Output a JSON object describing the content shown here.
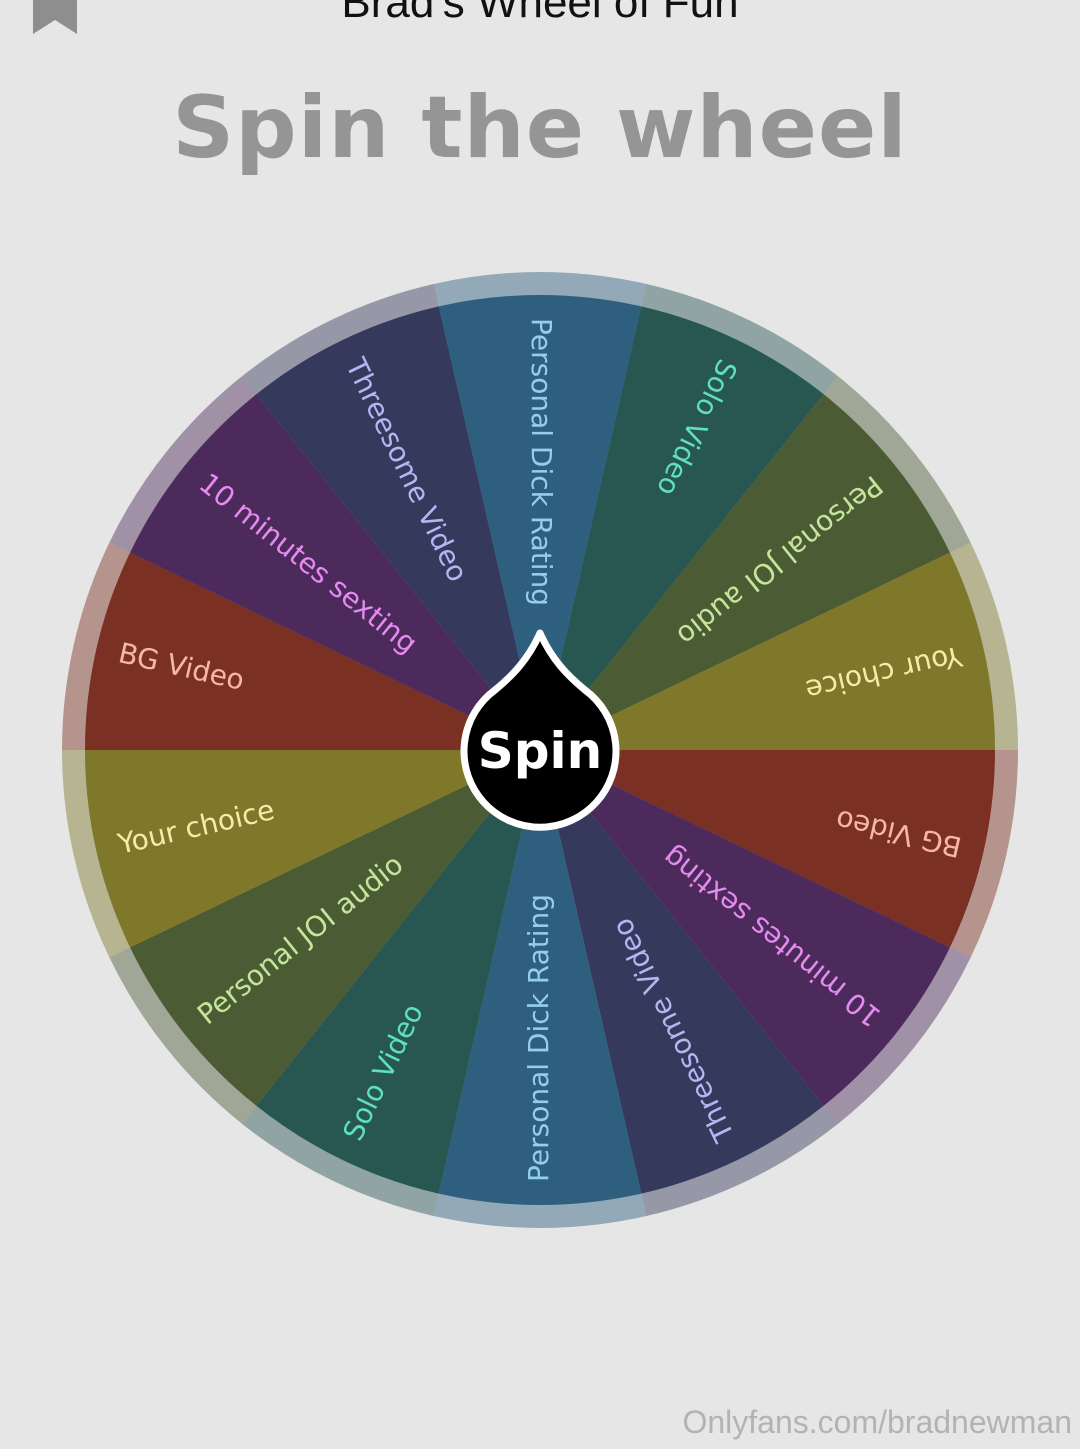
{
  "app_title": "Brad's Wheel of Fun",
  "heading": "Spin the wheel",
  "spin_button": "Spin",
  "watermark": "Onlyfans.com/bradnewman",
  "segments": [
    {
      "label": "Personal Dick Rating",
      "color": "#2f5f7e",
      "text_color": "#93cdf0"
    },
    {
      "label": "Solo Video",
      "color": "#285651",
      "text_color": "#5ee0bd"
    },
    {
      "label": "Personal JOI audio",
      "color": "#4b5c35",
      "text_color": "#c4e59a"
    },
    {
      "label": "Your choice",
      "color": "#7f772a",
      "text_color": "#f4eda8"
    },
    {
      "label": "BG Video",
      "color": "#7a3023",
      "text_color": "#f5b8a6"
    },
    {
      "label": "10 minutes sexting",
      "color": "#4c2b5c",
      "text_color": "#e58aef"
    },
    {
      "label": "Threesome Video",
      "color": "#353a5c",
      "text_color": "#b4b6f3"
    },
    {
      "label": "Personal Dick Rating",
      "color": "#2f5f7e",
      "text_color": "#93cdf0"
    },
    {
      "label": "Solo Video",
      "color": "#285651",
      "text_color": "#5ee0bd"
    },
    {
      "label": "Personal JOI audio",
      "color": "#4b5c35",
      "text_color": "#c4e59a"
    },
    {
      "label": "Your choice",
      "color": "#7f772a",
      "text_color": "#f4eda8"
    },
    {
      "label": "BG Video",
      "color": "#7a3023",
      "text_color": "#f5b8a6"
    },
    {
      "label": "10 minutes sexting",
      "color": "#4c2b5c",
      "text_color": "#e58aef"
    },
    {
      "label": "Threesome Video",
      "color": "#353a5c",
      "text_color": "#b4b6f3"
    }
  ]
}
